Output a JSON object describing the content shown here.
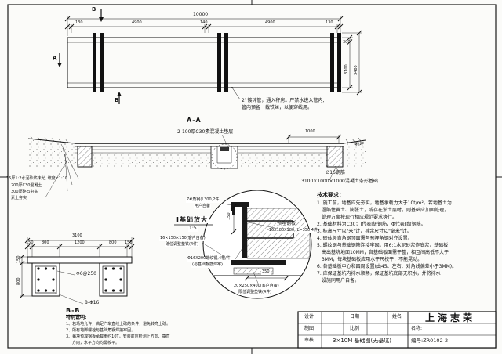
{
  "plan": {
    "dim_total": "10000",
    "dims_seg": [
      "130",
      "4900",
      "140",
      "4900",
      "130"
    ],
    "dim_width_inner": "3100",
    "dim_width_outer": "3400",
    "dim_width_top": "300",
    "marker_b": "B",
    "marker_a": "A",
    "pipe_note_1": "2' 镀锌管，通入秤房。严禁水进入管内,",
    "pipe_note_2": "管内预留一截铁丝，以便穿线用。"
  },
  "aa": {
    "title": "A-A",
    "cushion": "2-100厚C30素混凝土垫层",
    "dim_1000": "1000",
    "ground": "地坪",
    "rebar": "∅16钢筋",
    "footing": "3100×1000×1000混凝土条形基础",
    "ramp_1": "15厚1:2水泥砂浆抹光, 坡度<1:10",
    "ramp_2": "200厚C30混凝土",
    "ramp_3": "300厚碎石夯实",
    "ramp_4": "素土夯实"
  },
  "detail": {
    "title": "Ⅰ基础放大",
    "scale": "1:5",
    "angle_1": "7#角钢(L300,2件",
    "angle_2": "用户自备",
    "plate_1": "预埋钢板",
    "plate_2": "-16X180X180,(L=350 4件)",
    "shim1_1": "16×150×150(客户自备)",
    "shim1_2": "磅位调整垫铁(4件)",
    "anchor_1": "Φ16X200螺纹钢,4根/件",
    "anchor_2": "(与基础钢筋焊牢)",
    "shim2_1": "20×250×400(客户自备)",
    "shim2_2": "限位调整垫铁(4件)",
    "dim_350": "350",
    "dim_150": "150"
  },
  "bb": {
    "title": "B-B",
    "dim_total": "3100",
    "dims_seg": [
      "150",
      "800",
      "1200",
      "800",
      "150"
    ],
    "dim_v1": "150",
    "dim_v2": "800",
    "stirrup": "Φ6@250",
    "rebar": "8-Φ16"
  },
  "tech": {
    "title": "技术要求：",
    "lines": [
      "1. 施工前，地基应先夯实，地基承载力大于10t/m²。若地基土为",
      "湿陷性黄土、膨胀土，或存在淤土层时，则基础应加固处理，",
      "处理方案按现行相应规范要求执行。",
      "2. 基础材料为C30；Ⅰ代表Ⅰ级钢筋，Φ代表Ⅱ级钢筋。",
      "3. 标高尺寸以\"米\"计，其余尺寸以\"毫米\"计。",
      "4. 磅体竖直角钢顶面需与预埋角钢对齐设置。",
      "5. 螺纹钢与基础钢筋连接牢固。用6:1水泥砂浆作底浆，基础板",
      "高出基坑地面10MM，各基础板面需平整，相互间高低不大于",
      "3MM，每块基础板应用水平尺校平，不能晃动。",
      "6. 各基础板中心和四周设置(由45、左右、对角线偏差小于3MM)。",
      "7. 应保证基坑内排水顺畅，保证基坑底部无积水，并将排水",
      "设施同用户自备。"
    ]
  },
  "special": {
    "title": "特别说明:",
    "lines": [
      "1、若场地允许，满足汽车直线上磅的条件，避免转弯上磅。",
      "2、所有地脚螺栓与基础角钢焊接牢固。",
      "3、每块预埋钢板承载重约10T，安装前应检测上方向、垂直",
      "方向，水平方向均需校平。"
    ]
  },
  "titleblock": {
    "design": "设计",
    "draft": "制图",
    "check": "审核",
    "date": "日期",
    "scale": "比例",
    "name_h": "姓名",
    "company": "上海志荣",
    "name_label": "名称:",
    "drawing_title": "3×10M 基础图(无基坑)",
    "number": "编号:ZR0102-2"
  }
}
